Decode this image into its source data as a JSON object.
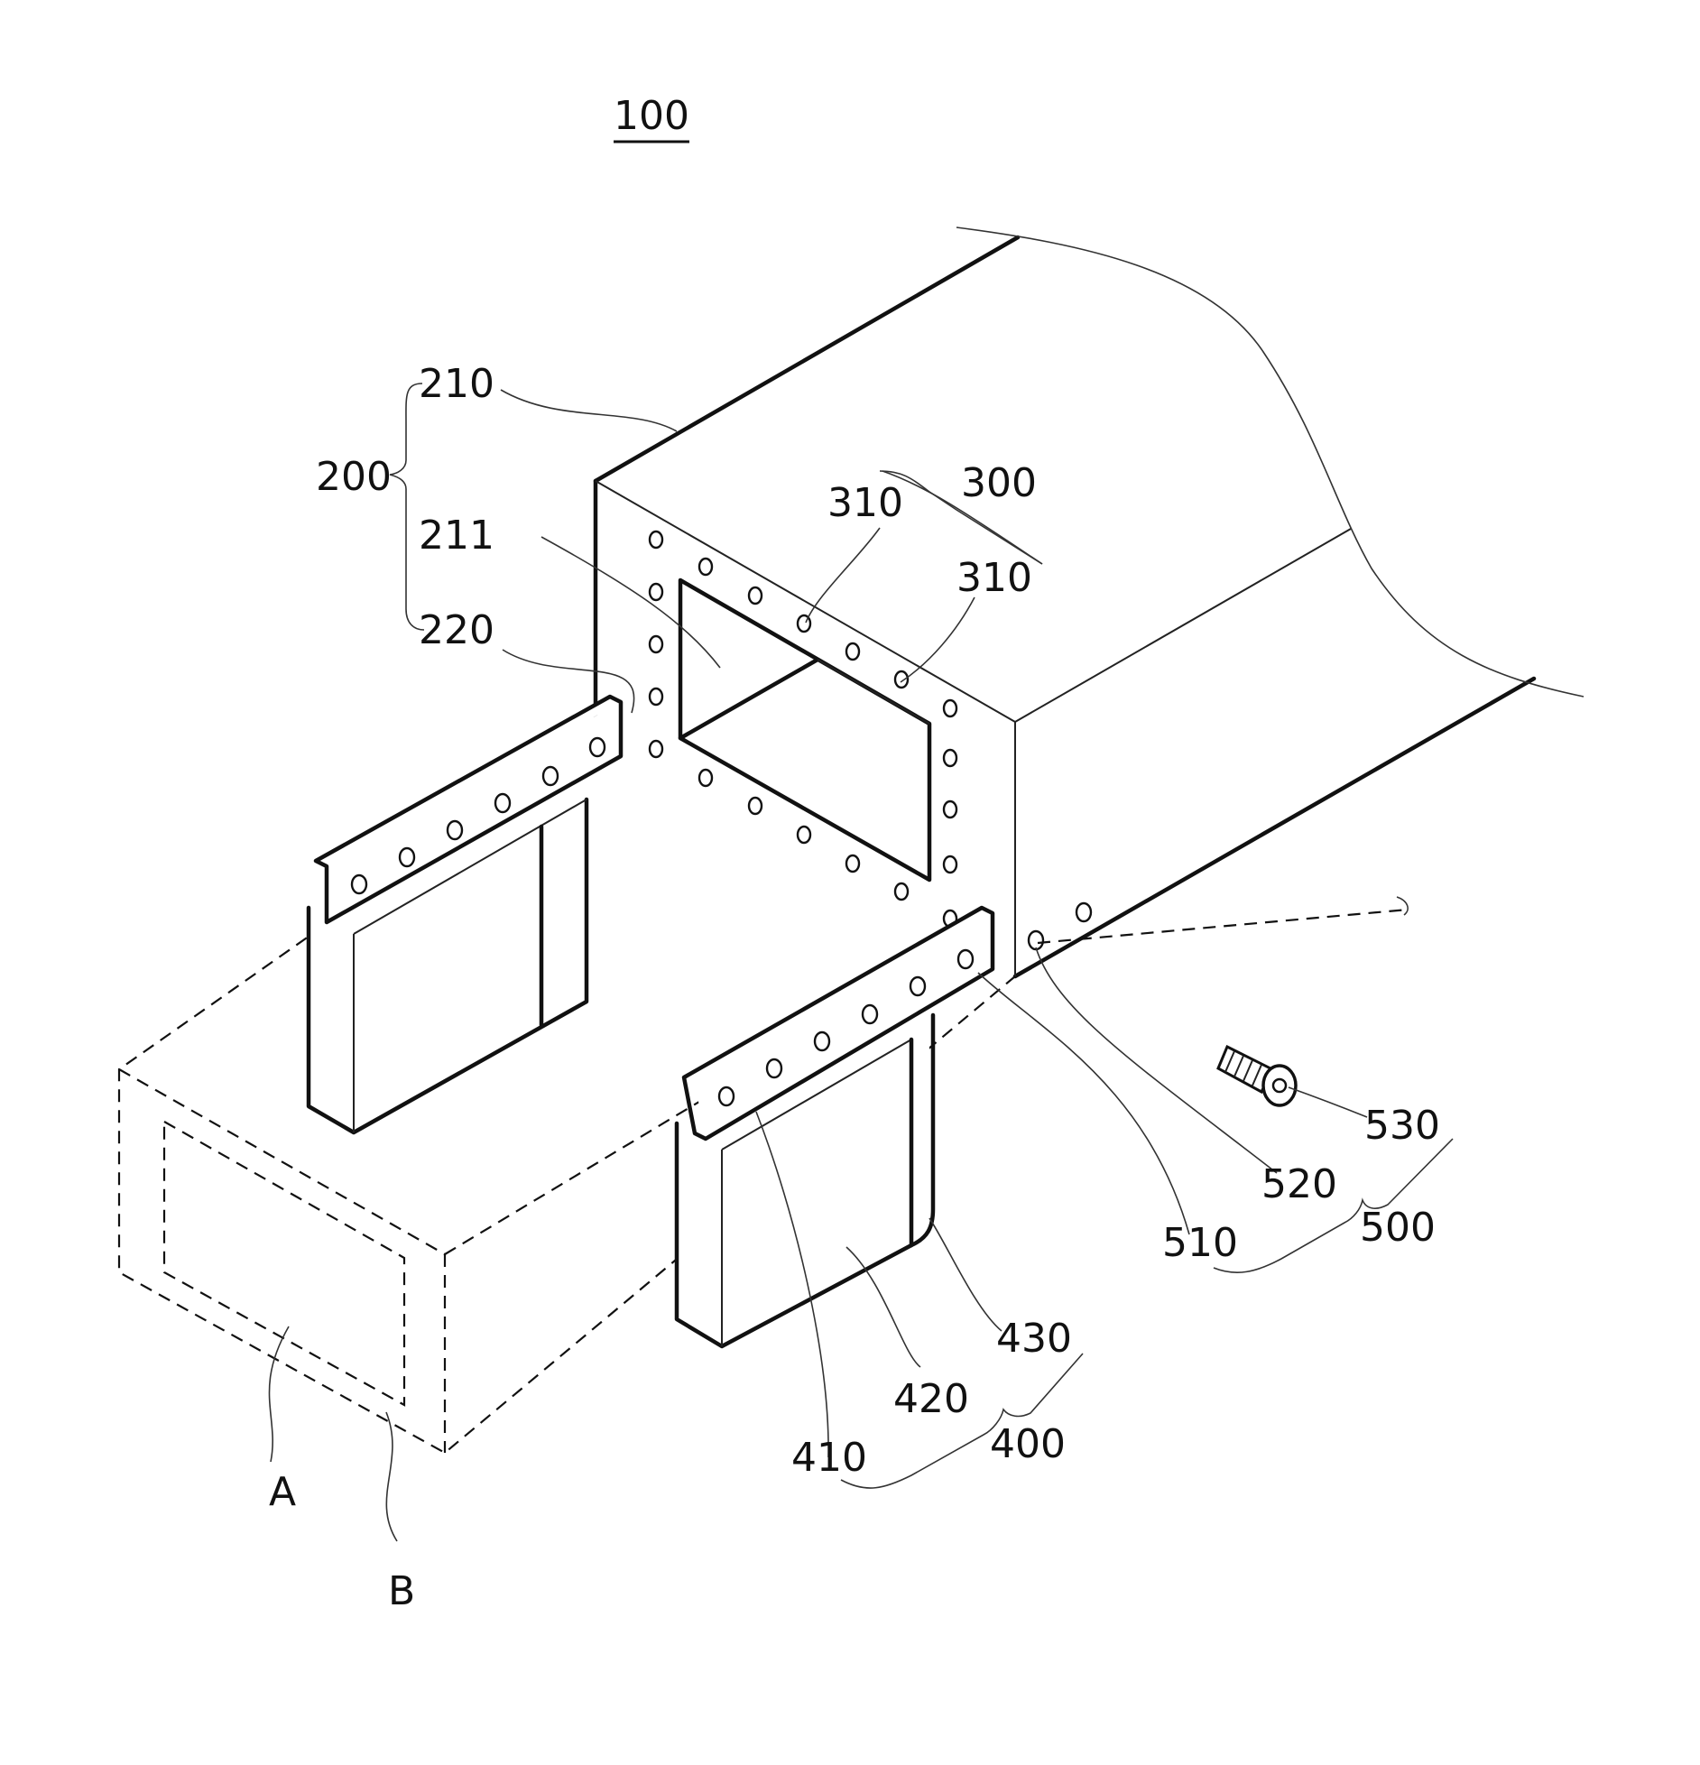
{
  "figure": {
    "title": "100",
    "labels": {
      "l200": "200",
      "l210": "210",
      "l211": "211",
      "l220": "220",
      "l300": "300",
      "l310a": "310",
      "l310b": "310",
      "l400": "400",
      "l410": "410",
      "l420": "420",
      "l430": "430",
      "l500": "500",
      "l510": "510",
      "l520": "520",
      "l530": "530",
      "lA": "A",
      "lB": "B"
    }
  }
}
